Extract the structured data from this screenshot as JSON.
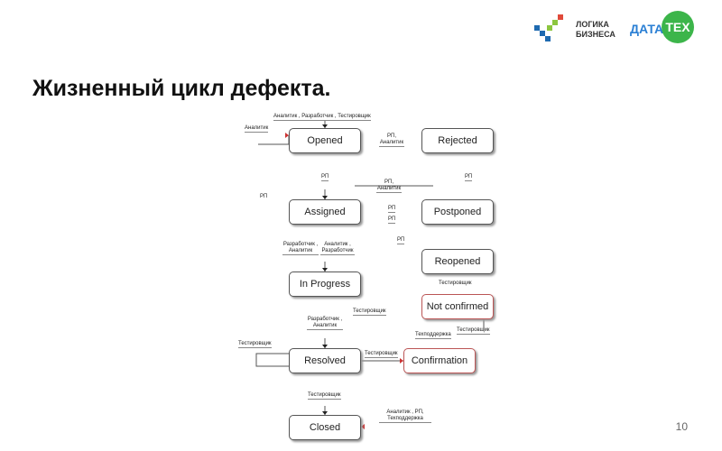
{
  "header": {
    "title": "Жизненный цикл дефекта.",
    "logo1_line1": "ЛОГИКА",
    "logo1_line2": "БИЗНЕСА",
    "logo2_a": "ДАТА",
    "logo2_b": "ТЕХ"
  },
  "states": {
    "opened": "Opened",
    "rejected": "Rejected",
    "assigned": "Assigned",
    "postponed": "Postponed",
    "reopened": "Reopened",
    "in_progress": "In Progress",
    "not_confirmed": "Not confirmed",
    "resolved": "Resolved",
    "confirmation": "Confirmation",
    "closed": "Closed"
  },
  "labels": {
    "l1": "Аналитик , Разработчик , Тестировщик",
    "l2": "Аналитик",
    "l3": "РП, Аналитик",
    "l4": "РП",
    "l5": "РП, Аналитик",
    "l6": "РП",
    "l7": "РП",
    "l8": "РП",
    "l9": "РП",
    "l10": "РП",
    "l11": "Разработчик , Аналитик",
    "l12": "Аналитик , Разработчик",
    "l13": "Тестировщик",
    "l14": "Тестировщик",
    "l15": "Разработчик , Аналитик",
    "l16": "Техподдержка",
    "l17": "Тестировщик",
    "l18": "Тестировщик",
    "l19": "Тестировщик",
    "l20": "Тестировщик",
    "l21": "Аналитик , РП, Техподдержка"
  },
  "page_number": "10"
}
